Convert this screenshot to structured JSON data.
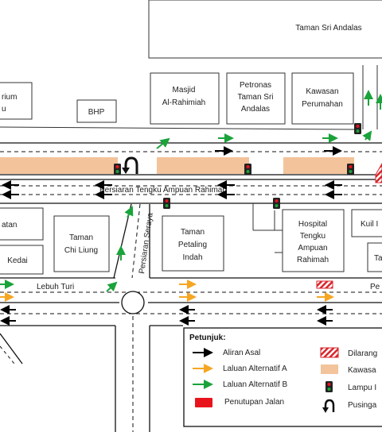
{
  "map": {
    "buildings": {
      "taman_sri_andalas": "Taman Sri Andalas",
      "rium_partial_1": "rium",
      "rium_partial_2": "u",
      "bhp": "BHP",
      "masjid_1": "Masjid",
      "masjid_2": "Al-Rahimiah",
      "petronas_1": "Petronas",
      "petronas_2": "Taman Sri",
      "petronas_3": "Andalas",
      "kawasan_1": "Kawasan",
      "kawasan_2": "Perumahan",
      "atan_partial": "atan",
      "kedai": "Kedai",
      "taman_chi_liung_1": "Taman",
      "taman_chi_liung_2": "Chi Liung",
      "taman_petaling_1": "Taman",
      "taman_petaling_2": "Petaling",
      "taman_petaling_3": "Indah",
      "hospital_1": "Hospital",
      "hospital_2": "Tengku",
      "hospital_3": "Ampuan",
      "hospital_4": "Rahimah",
      "kuil_partial": "Kuil I",
      "ta_partial": "Ta"
    },
    "roads": {
      "persiaran_tengku": "Persiaran Tengku Ampuan Rahimah",
      "persiaran_seraya": "Persiaran Seraya",
      "lebuh_turi": "Lebuh Turi",
      "pe_partial": "Pe"
    },
    "legend": {
      "title": "Petunjuk:",
      "items": [
        {
          "label": "Aliran Asal",
          "symbol": "black-arrow"
        },
        {
          "label": "Laluan Alternatif A",
          "symbol": "orange-arrow"
        },
        {
          "label": "Laluan Alternatif B",
          "symbol": "green-arrow"
        },
        {
          "label": "Penutupan Jalan",
          "symbol": "red-bar"
        },
        {
          "label": "Dilarang",
          "symbol": "hatched-red"
        },
        {
          "label": "Kawasa",
          "symbol": "tan-box"
        },
        {
          "label": "Lampu I",
          "symbol": "traffic-light"
        },
        {
          "label": "Pusinga",
          "symbol": "u-turn"
        }
      ]
    },
    "colors": {
      "original_flow": "#000000",
      "alt_route_a": "#f5a623",
      "alt_route_b": "#1aa33a",
      "road_closure": "#e8141c",
      "restricted": "#d9252b",
      "construction_area": "#f3c39b"
    }
  }
}
